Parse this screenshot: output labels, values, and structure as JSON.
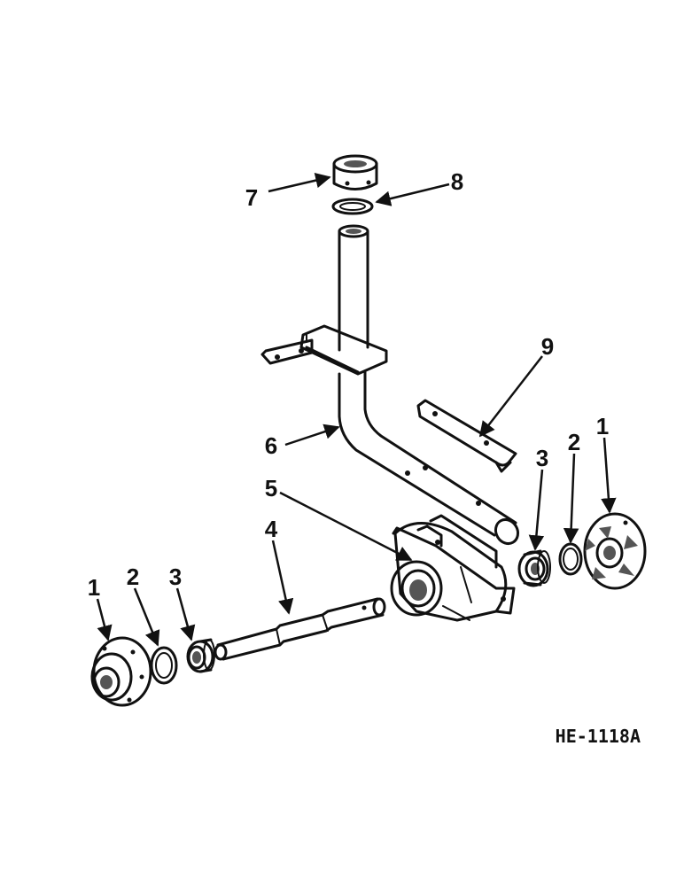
{
  "figure_id": "HE-1118A",
  "callouts": [
    {
      "id": "c1-left",
      "label": "1"
    },
    {
      "id": "c2-left",
      "label": "2"
    },
    {
      "id": "c3-left",
      "label": "3"
    },
    {
      "id": "c4",
      "label": "4"
    },
    {
      "id": "c5",
      "label": "5"
    },
    {
      "id": "c6",
      "label": "6"
    },
    {
      "id": "c7",
      "label": "7"
    },
    {
      "id": "c8",
      "label": "8"
    },
    {
      "id": "c9",
      "label": "9"
    },
    {
      "id": "c3-right",
      "label": "3"
    },
    {
      "id": "c2-right",
      "label": "2"
    },
    {
      "id": "c1-right",
      "label": "1"
    }
  ]
}
